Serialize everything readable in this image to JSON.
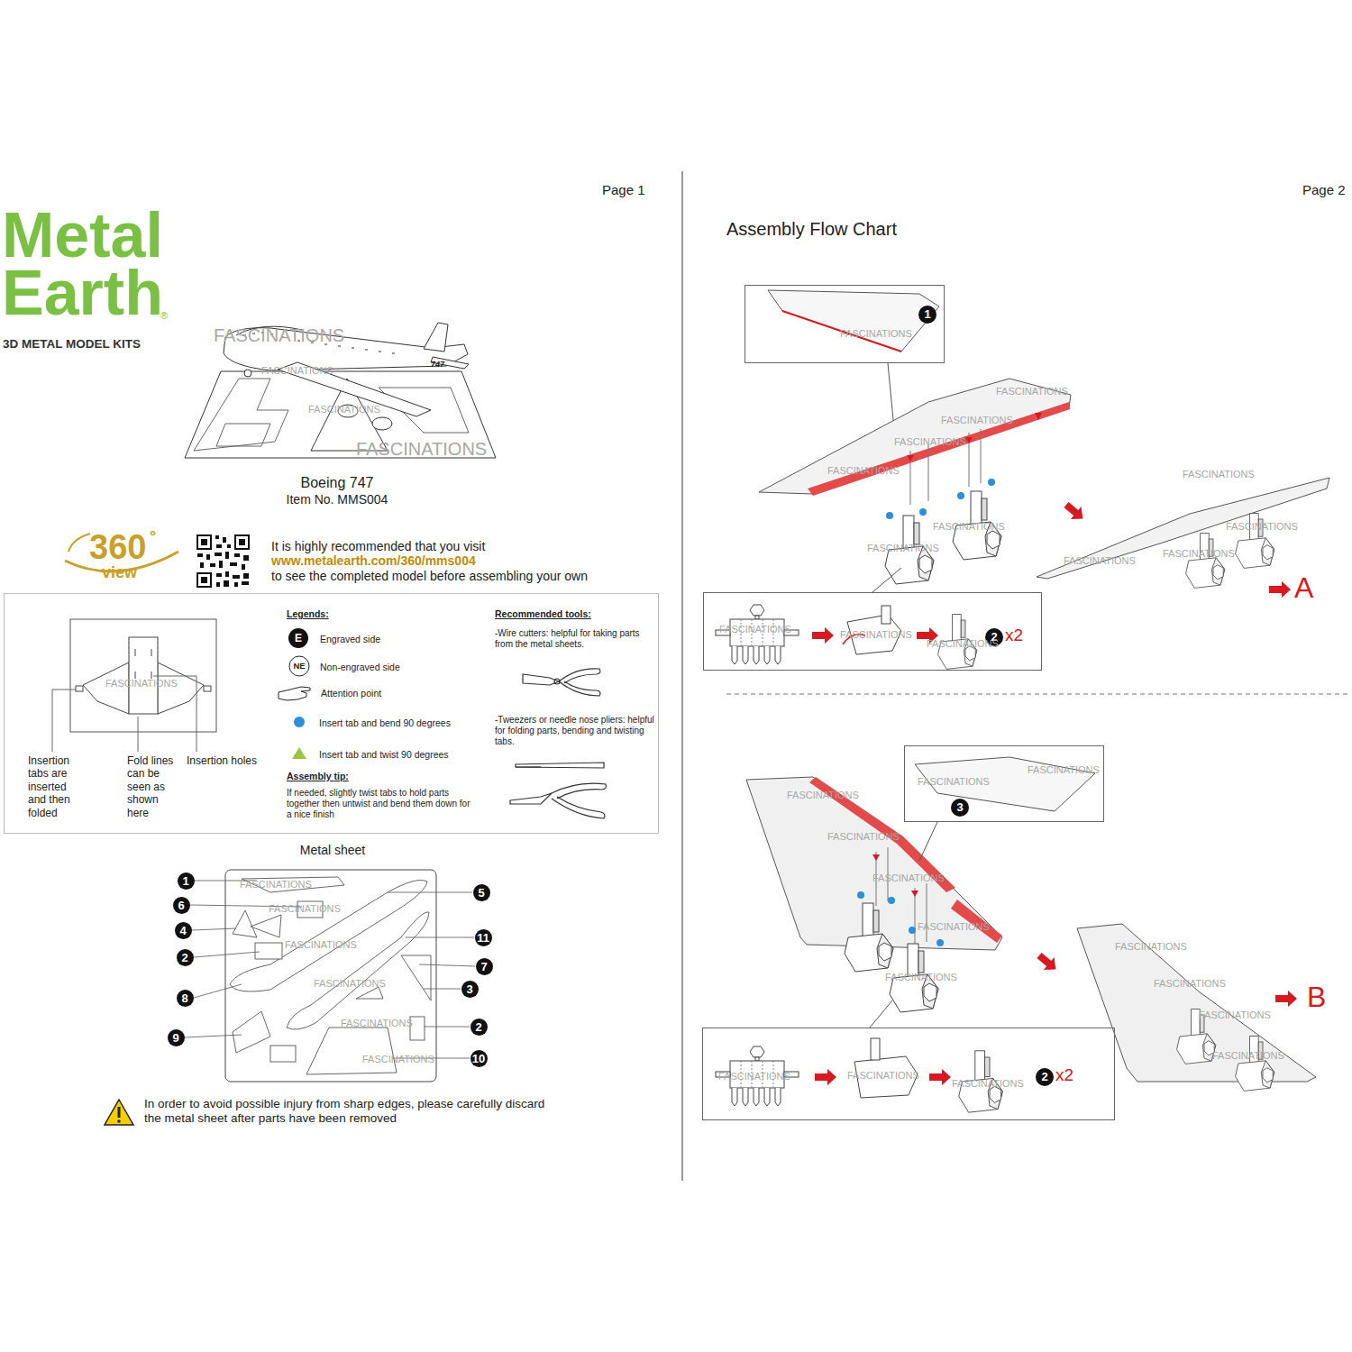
{
  "diagram": {
    "nodes": [
      {
        "text": [
          "Insertion tabs are inserted and then folded",
          "Fold lines can be seen as shown here",
          "Insertion holes",
          "Legends:",
          "Assembly tip:",
          "If needed, slightly twist tabs to hold parts together then untwist and bend them down for a nice finish",
          "Recommended tools:",
          "-Wire cutters: helpful for taking parts from the metal sheets.",
          "-Tweezers or needle nose pliers: helpful for folding parts, bending and twisting tabs."
        ]
      },
      {
        "text": [
          "1"
        ]
      },
      {
        "text": [
          "2",
          "x2"
        ]
      },
      {
        "text": [
          "3"
        ]
      },
      {
        "text": [
          "2",
          "x2"
        ]
      }
    ],
    "labels": [
      "Page 1",
      "Metal",
      "Earth",
      "®",
      "3D METAL MODEL KITS",
      "747",
      "Boeing 747",
      "Item No. MMS004",
      "360",
      "°",
      "view",
      "It is highly recommended that you visit",
      "www.metalearth.com/360/mms004",
      "to see the completed model before assembling your own",
      "E",
      "NE",
      "Metal sheet",
      "1",
      "6",
      "4",
      "2",
      "8",
      "9",
      "5",
      "11",
      "7",
      "3",
      "2",
      "10",
      "In order to avoid possible injury from sharp edges, please carefully discard the metal sheet after parts have been removed",
      "Page 2",
      "Assembly Flow Chart",
      "A",
      "B",
      "FASCINATIONS",
      "FASCINATIONS",
      "FASCINATIONS",
      "FASCINATIONS",
      "FASCINATIONS",
      "FASCINATIONS",
      "FASCINATIONS",
      "FASCINATIONS",
      "FASCINATIONS",
      "FASCINATIONS",
      "FASCINATIONS",
      "FASCINATIONS",
      "FASCINATIONS",
      "FASCINATIONS",
      "FASCINATIONS",
      "FASCINATIONS",
      "FASCINATIONS",
      "FASCINATIONS",
      "FASCINATIONS",
      "FASCINATIONS",
      "FASCINATIONS",
      "FASCINATIONS",
      "FASCINATIONS",
      "FASCINATIONS",
      "FASCINATIONS",
      "FASCINATIONS",
      "FASCINATIONS",
      "FASCINATIONS",
      "FASCINATIONS",
      "FASCINATIONS",
      "FASCINATIONS",
      "FASCINATIONS",
      "FASCINATIONS",
      "FASCINATIONS",
      "FASCINATIONS",
      "FASCINATIONS",
      "FASCINATIONS",
      "FASCINATIONS",
      "FASCINATIONS"
    ],
    "legend": [
      {
        "text": "Engraved side"
      },
      {
        "text": "Non-engraved side"
      },
      {
        "text": "Attention point"
      },
      {
        "text": "Insert tab and bend 90 degrees",
        "color": "#2e8fd9"
      },
      {
        "text": "Insert tab and twist 90 degrees"
      }
    ]
  }
}
